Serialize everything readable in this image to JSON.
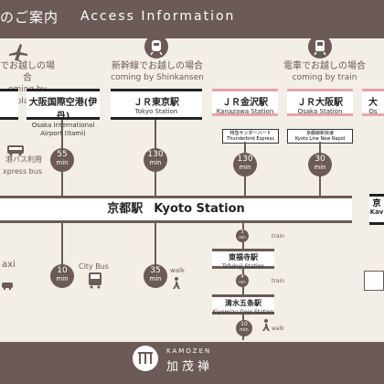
{
  "header": {
    "title_jp": "のご案内",
    "title_en": "Access Information"
  },
  "categories": [
    {
      "jp": "でお越しの場合",
      "en": "oming by plane"
    },
    {
      "jp": "新幹線でお越しの場合",
      "en": "coming by Shinkansen"
    },
    {
      "jp": "電車でお越しの場合",
      "en": "coming by train"
    }
  ],
  "stations_top": [
    {
      "jp": "大阪国際空港(伊丹)",
      "en": "Osaka International Airport (Itami)"
    },
    {
      "jp": "ＪＲ東京駅",
      "en": "Tokyo Station"
    },
    {
      "jp": "ＪＲ金沢駅",
      "en": "Kanazawa Station"
    },
    {
      "jp": "ＪＲ大阪駅",
      "en": "Osaka Station"
    },
    {
      "jp": "大",
      "en": "Os"
    }
  ],
  "bus_label": {
    "jp": "港バス利用",
    "en": "xpress bus"
  },
  "train_labels": [
    {
      "jp": "特急サンダーバード",
      "en": "Thunderbird Express"
    },
    {
      "jp": "京都線新快速",
      "en": "Kyoto Line New Rapid"
    }
  ],
  "times": [
    {
      "n": "55",
      "u": "min"
    },
    {
      "n": "130",
      "u": "min"
    },
    {
      "n": "130",
      "u": "min"
    },
    {
      "n": "30",
      "u": "min"
    }
  ],
  "kyoto": {
    "jp": "京都駅",
    "en": "Kyoto Station",
    "right_jp": "京",
    "right_en": "Kav"
  },
  "below": {
    "taxi": "axi",
    "time10": {
      "n": "10",
      "u": "min"
    },
    "citybus": "City Bus",
    "time35": {
      "n": "35",
      "u": "min"
    },
    "walk1": "walk",
    "stops": [
      {
        "jp": "東福寺駅",
        "en": "Tofukuji Station"
      },
      {
        "jp": "清水五条駅",
        "en": "Kiyomizu-Gojo Station"
      }
    ],
    "mini_times": [
      {
        "n": "3",
        "u": "min"
      },
      {
        "n": "4",
        "u": "min"
      },
      {
        "n": "10",
        "u": "min"
      }
    ],
    "train": "train",
    "walk2": "walk"
  },
  "footer": {
    "brand_en": "KAMOZEN",
    "brand_jp": "加茂禅"
  }
}
